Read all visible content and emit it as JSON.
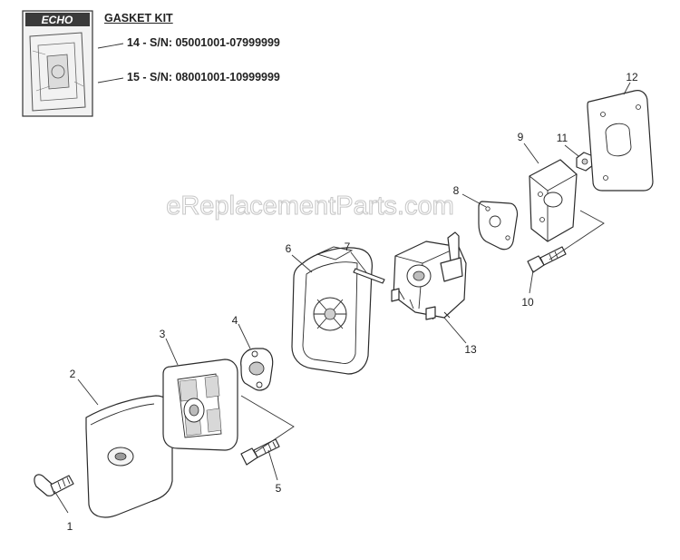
{
  "header": {
    "logo_text": "ECHO",
    "kit_title": "GASKET KIT",
    "kit_line_14": "14 - S/N:  05001001-07999999",
    "kit_line_15": "15 - S/N:  08001001-10999999"
  },
  "watermark": "eReplacementParts.com",
  "callouts": [
    "1",
    "2",
    "3",
    "4",
    "5",
    "6",
    "7",
    "8",
    "9",
    "10",
    "11",
    "12",
    "13"
  ]
}
